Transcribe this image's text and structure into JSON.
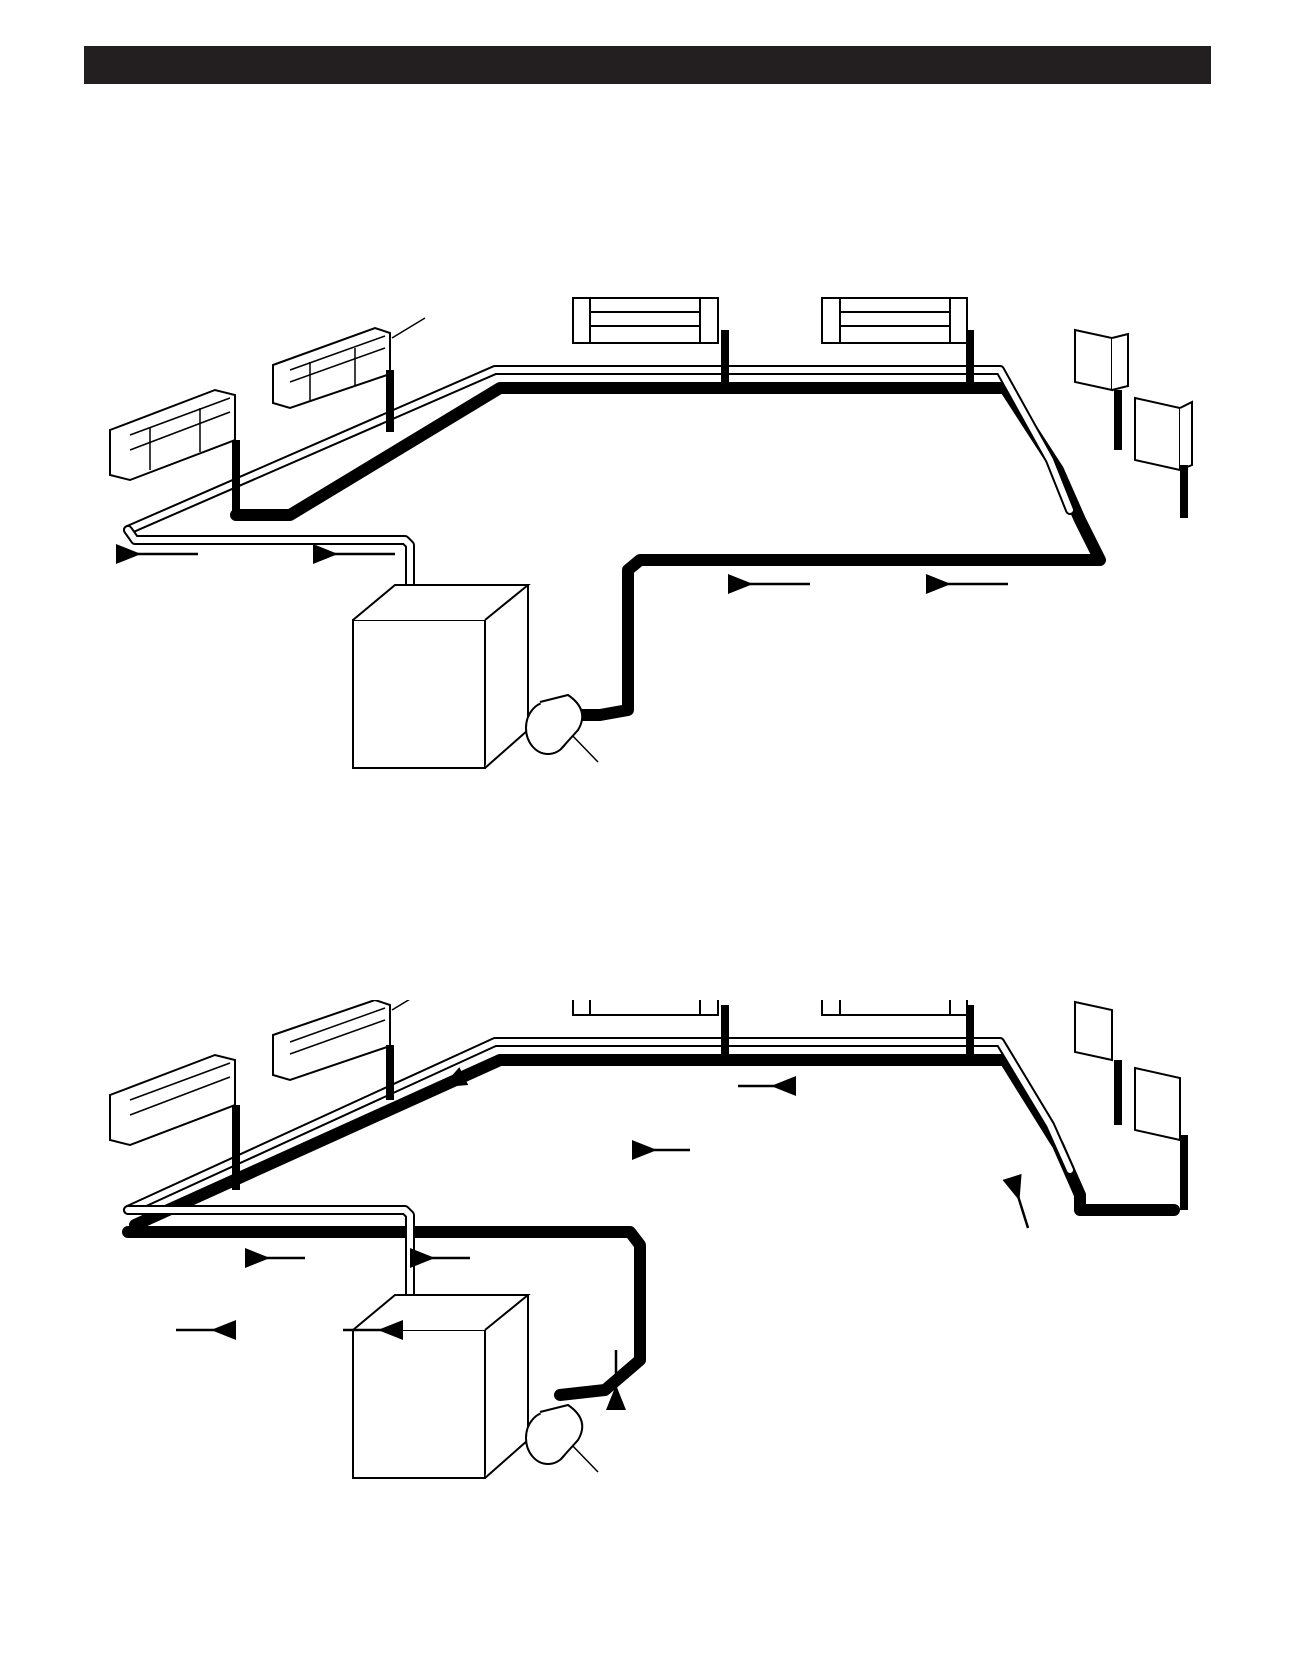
{
  "page": {
    "header_bar": "",
    "colors": {
      "ink": "#000000",
      "header": "#231f20",
      "paper": "#ffffff",
      "pipe_return": "#ffffff"
    }
  },
  "diagrams": [
    {
      "id": "diagram-top",
      "labels": [],
      "components": [
        "boiler",
        "circulator-pump",
        "baseboard-convector",
        "supply-main",
        "return-main"
      ],
      "flow_arrows": 4
    },
    {
      "id": "diagram-bottom",
      "labels": [],
      "components": [
        "boiler",
        "circulator-pump",
        "baseboard-convector",
        "supply-main",
        "return-main"
      ],
      "flow_arrows": 10
    }
  ]
}
